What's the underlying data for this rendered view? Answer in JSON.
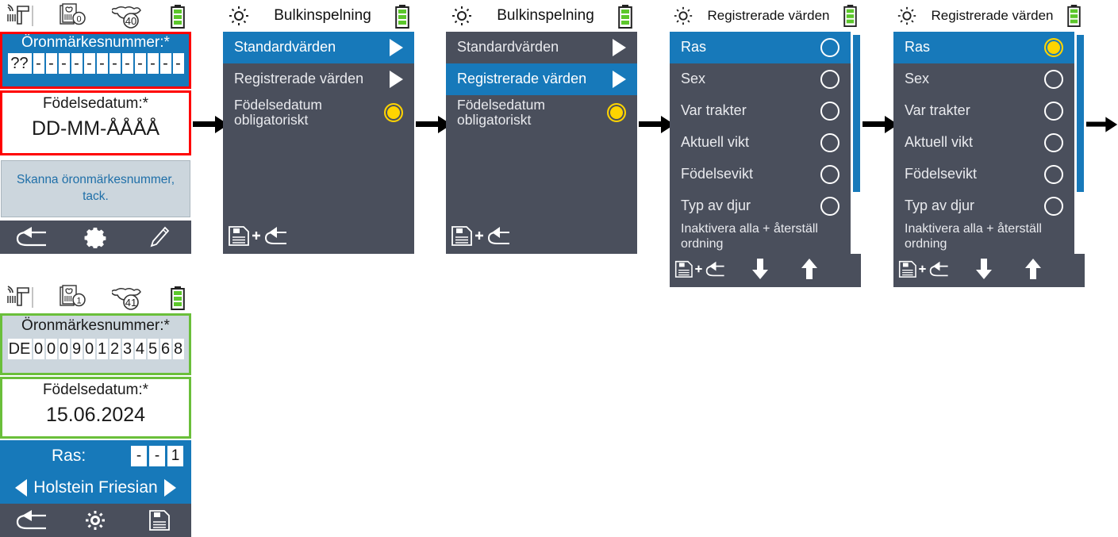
{
  "screens": {
    "s1": {
      "name": "scan-ear-tag-empty",
      "statusbar": {
        "scanner_icon": "barcode-scanner-icon",
        "records_icon": "animal-record-document-icon",
        "records_count": "0",
        "animals_icon": "cow-head-icon",
        "animals_count": "40",
        "battery_icon": "battery-icon"
      },
      "eartag": {
        "label": "Öronmärkesnummer:*",
        "country_cell": "??",
        "digits": [
          "-",
          "-",
          "-",
          "-",
          "-",
          "-",
          "-",
          "-",
          "-",
          "-",
          "-",
          "-"
        ]
      },
      "birthdate": {
        "label": "Födelsedatum:*",
        "value": "DD-MM-ÅÅÅÅ"
      },
      "message": "Skanna öronmärkesnummer, tack.",
      "toolbar": [
        "back-arrow-icon",
        "gear-icon",
        "pencil-icon"
      ]
    },
    "s2": {
      "name": "bulk-recording-standard-values-selected",
      "title": "Bulkinspelning",
      "gear_icon": "gear-icon",
      "battery_icon": "battery-icon",
      "items": [
        {
          "label": "Standardvärden",
          "control": "chevron-right-icon",
          "selected": true
        },
        {
          "label": "Registrerade värden",
          "control": "chevron-right-icon",
          "selected": false
        },
        {
          "label": "Födelsedatum obligatoriskt",
          "control": "radio-on",
          "selected": false
        }
      ],
      "toolbar": [
        "save-and-back-icon"
      ]
    },
    "s3": {
      "name": "bulk-recording-registered-values-selected",
      "title": "Bulkinspelning",
      "gear_icon": "gear-icon",
      "battery_icon": "battery-icon",
      "items": [
        {
          "label": "Standardvärden",
          "control": "chevron-right-icon",
          "selected": false
        },
        {
          "label": "Registrerade värden",
          "control": "chevron-right-icon",
          "selected": true
        },
        {
          "label": "Födelsedatum obligatoriskt",
          "control": "radio-on",
          "selected": false
        }
      ],
      "toolbar": [
        "save-and-back-icon"
      ]
    },
    "s4": {
      "name": "registered-values-all-off",
      "title": "Registrerade värden",
      "gear_icon": "gear-icon",
      "battery_icon": "battery-icon",
      "items": [
        {
          "label": "Ras",
          "radio": "off",
          "selected": true
        },
        {
          "label": "Sex",
          "radio": "off",
          "selected": false
        },
        {
          "label": "Var trakter",
          "radio": "off",
          "selected": false
        },
        {
          "label": "Aktuell vikt",
          "radio": "off",
          "selected": false
        },
        {
          "label": "Födelsevikt",
          "radio": "off",
          "selected": false
        },
        {
          "label": "Typ av djur",
          "radio": "off",
          "selected": false
        }
      ],
      "footer_item": "Inaktivera alla + återställ ordning",
      "toolbar": [
        "save-and-back-icon",
        "arrow-down-icon",
        "arrow-up-icon"
      ]
    },
    "s5": {
      "name": "registered-values-ras-on",
      "title": "Registrerade värden",
      "gear_icon": "gear-icon",
      "battery_icon": "battery-icon",
      "items": [
        {
          "label": "Ras",
          "radio": "on",
          "selected": true
        },
        {
          "label": "Sex",
          "radio": "off",
          "selected": false
        },
        {
          "label": "Var trakter",
          "radio": "off",
          "selected": false
        },
        {
          "label": "Aktuell vikt",
          "radio": "off",
          "selected": false
        },
        {
          "label": "Födelsevikt",
          "radio": "off",
          "selected": false
        },
        {
          "label": "Typ av djur",
          "radio": "off",
          "selected": false
        }
      ],
      "footer_item": "Inaktivera alla + återställ ordning",
      "toolbar": [
        "save-and-back-icon",
        "arrow-down-icon",
        "arrow-up-icon"
      ]
    },
    "s6": {
      "name": "scan-ear-tag-filled",
      "statusbar": {
        "scanner_icon": "barcode-scanner-icon",
        "records_icon": "animal-record-document-icon",
        "records_count": "1",
        "animals_icon": "cow-head-icon",
        "animals_count": "41",
        "battery_icon": "battery-icon"
      },
      "eartag": {
        "label": "Öronmärkesnummer:*",
        "country_cell": "DE",
        "digits": [
          "0",
          "0",
          "0",
          "9",
          "0",
          "1",
          "2",
          "3",
          "4",
          "5",
          "6",
          "8"
        ]
      },
      "birthdate": {
        "label": "Födelsedatum:*",
        "value": "15.06.2024"
      },
      "breed": {
        "label": "Ras:",
        "code_cells": [
          "-",
          "-",
          "1"
        ],
        "value": "Holstein Friesian",
        "prev_icon": "arrow-left-icon",
        "next_icon": "arrow-right-icon"
      },
      "toolbar": [
        "back-arrow-icon",
        "gear-icon",
        "save-icon"
      ]
    }
  },
  "flow": {
    "arrow_icon": "flow-arrow-right-icon",
    "count": 5
  },
  "colors": {
    "accent_blue": "#1779ba",
    "panel_grey": "#4a4f5c",
    "highlight_yellow": "#ffd400",
    "alert_red": "#ff0000",
    "ok_green": "#6abf3a",
    "info_bg": "#ccd6dd"
  }
}
